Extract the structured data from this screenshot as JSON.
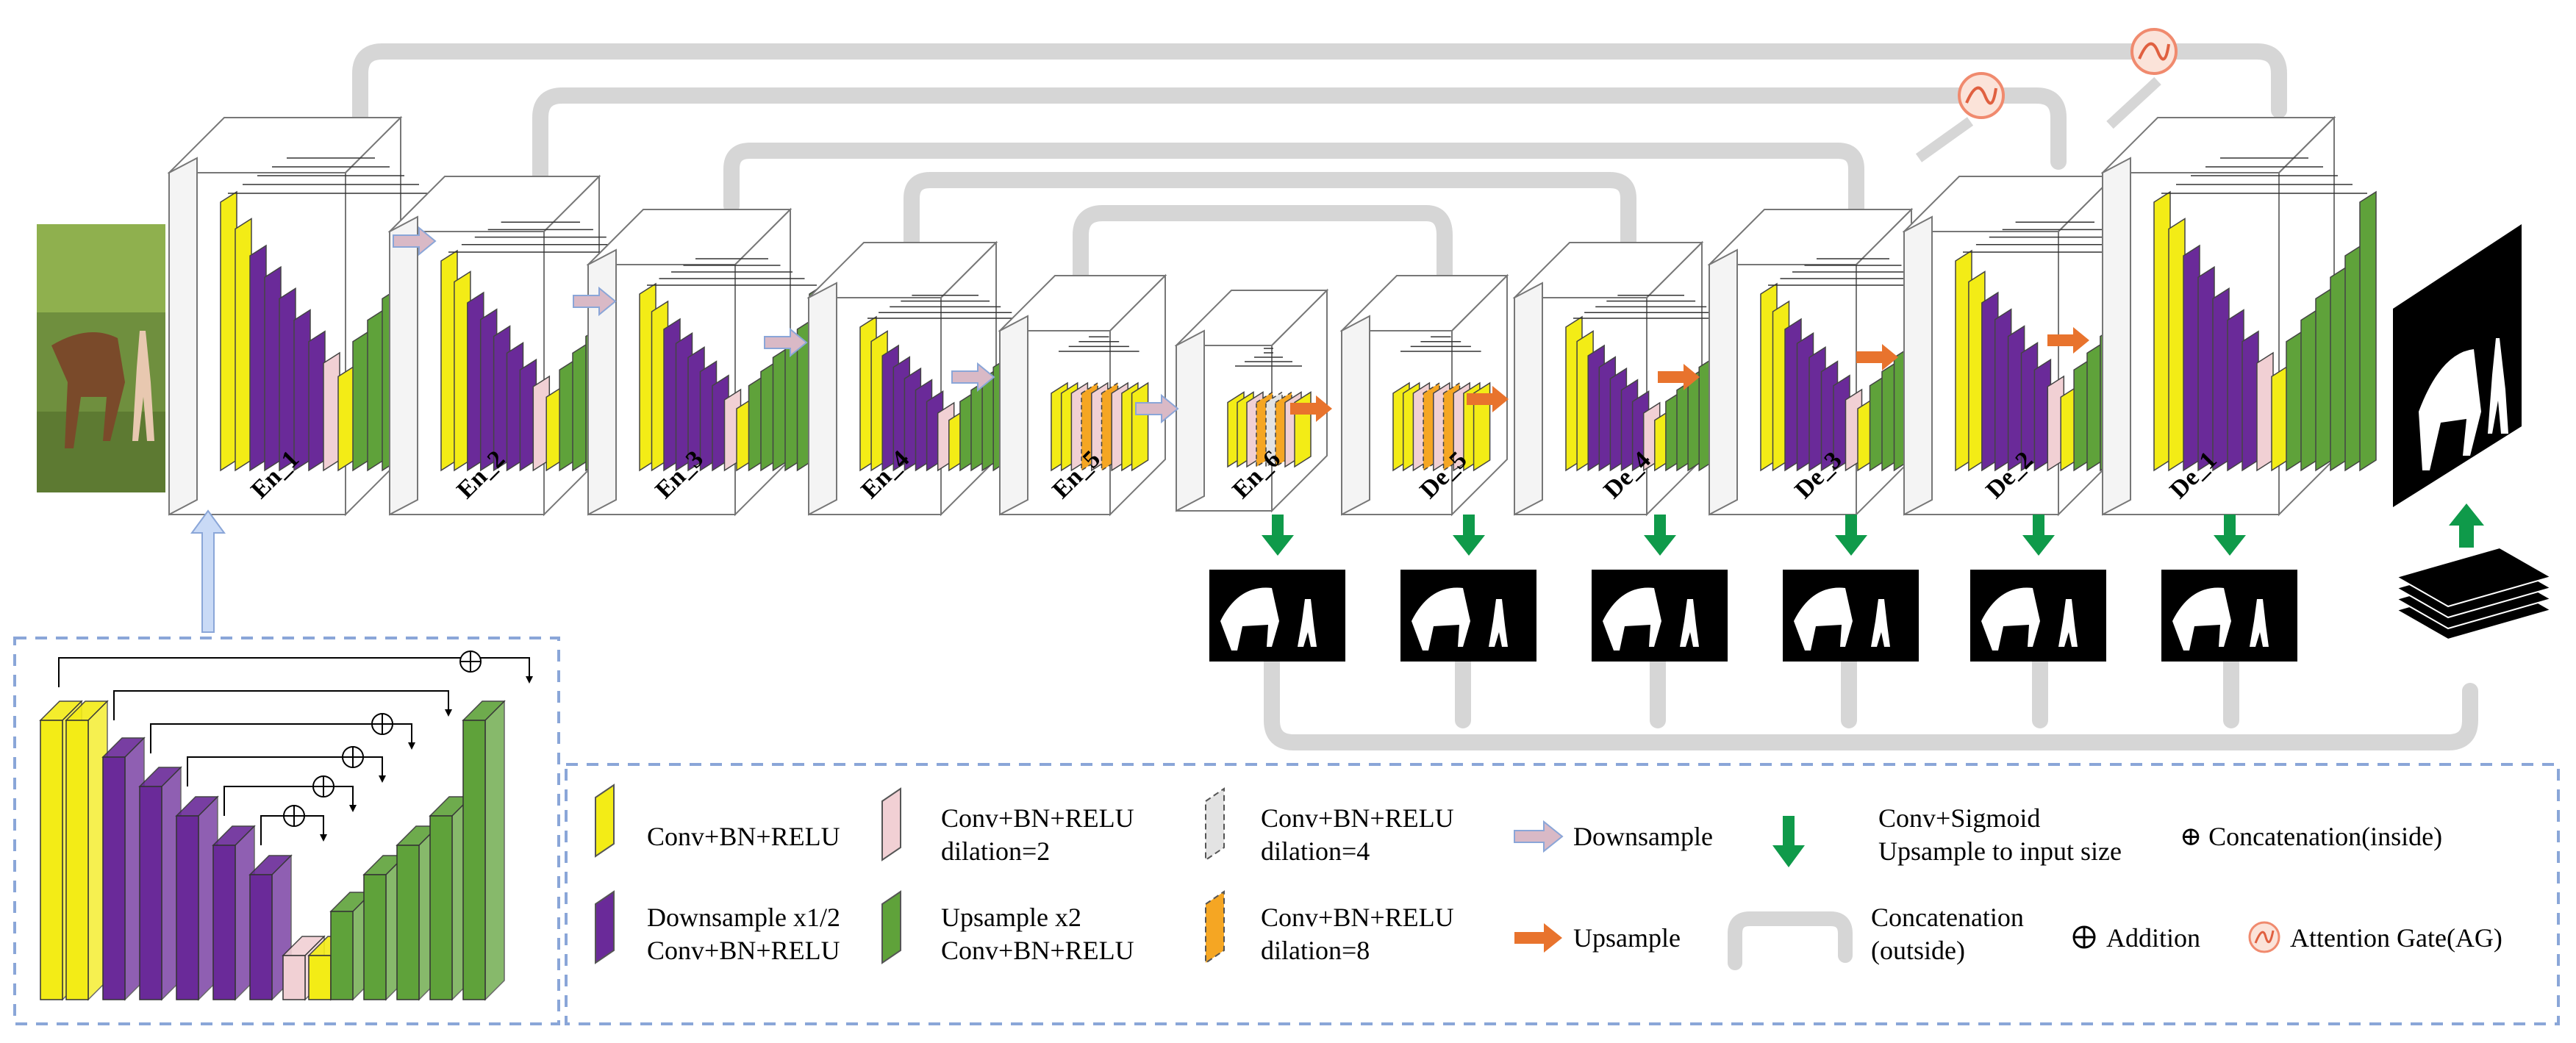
{
  "stages": {
    "en_1": "En_1",
    "en_2": "En_2",
    "en_3": "En_3",
    "en_4": "En_4",
    "en_5": "En_5",
    "en_6": "En_6",
    "de_5": "De_5",
    "de_4": "De_4",
    "de_3": "De_3",
    "de_2": "De_2",
    "de_1": "De_1"
  },
  "legend": {
    "conv_bn_relu": "Conv+BN+RELU",
    "downsample_half": "Downsample x1/2",
    "conv_bn_relu_2": "Conv+BN+RELU",
    "dilation_conv_1": "Conv+BN+RELU",
    "dilation_2": "dilation=2",
    "upsample_x2": "Upsample x2",
    "conv_bn_relu_3": "Conv+BN+RELU",
    "dilation_conv_2": "Conv+BN+RELU",
    "dilation_4": "dilation=4",
    "dilation_conv_3": "Conv+BN+RELU",
    "dilation_8": "dilation=8",
    "downsample": "Downsample",
    "upsample": "Upsample",
    "conv_sigmoid": "Conv+Sigmoid",
    "upsample_to_input": "Upsample to input size",
    "concat_outside_1": "Concatenation",
    "concat_outside_2": "(outside)",
    "concat_inside": "⊕ Concatenation(inside)",
    "addition": "Addition",
    "attention_gate": "Attention Gate(AG)"
  },
  "colors": {
    "yellow": "#f3ec16",
    "purple": "#6a2a99",
    "green": "#5fa23a",
    "pink": "#f1d0d4",
    "orange": "#f5a623",
    "downsample_arrow": "#d9b9c6",
    "upsample_arrow": "#e8732d",
    "sigmoid_arrow": "#0f9a4a",
    "skip_connection": "#d6d6d6",
    "dashed_border": "#8aa6d8",
    "attention_gate": "#f08a6e"
  },
  "icons": {
    "attention_gate": "attention-gate-icon",
    "addition": "addition-icon",
    "concat_inside": "concat-inside-icon"
  }
}
